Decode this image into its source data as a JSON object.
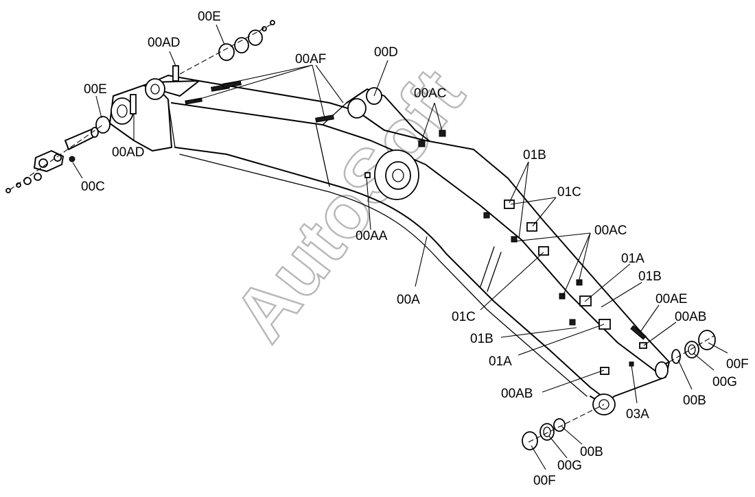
{
  "watermark": "AutoSoft",
  "labels": {
    "e_top": "00E",
    "ad_top": "00AD",
    "af": "00AF",
    "d": "00D",
    "ac_top": "00AC",
    "e_left": "00E",
    "ad_left": "00AD",
    "c": "00C",
    "b1_top": "01B",
    "c1_right": "01C",
    "ac_mid": "00AC",
    "aa": "00AA",
    "a1_right": "01A",
    "b1_right": "01B",
    "ae": "00AE",
    "a": "00A",
    "ab_right": "00AB",
    "c1_left": "01C",
    "f_right": "00F",
    "b1_low": "01B",
    "g_right": "00G",
    "a1_low": "01A",
    "b_right": "00B",
    "ab_low": "00AB",
    "a3": "03A",
    "b_low": "00B",
    "g_low": "00G",
    "f_low": "00F"
  }
}
